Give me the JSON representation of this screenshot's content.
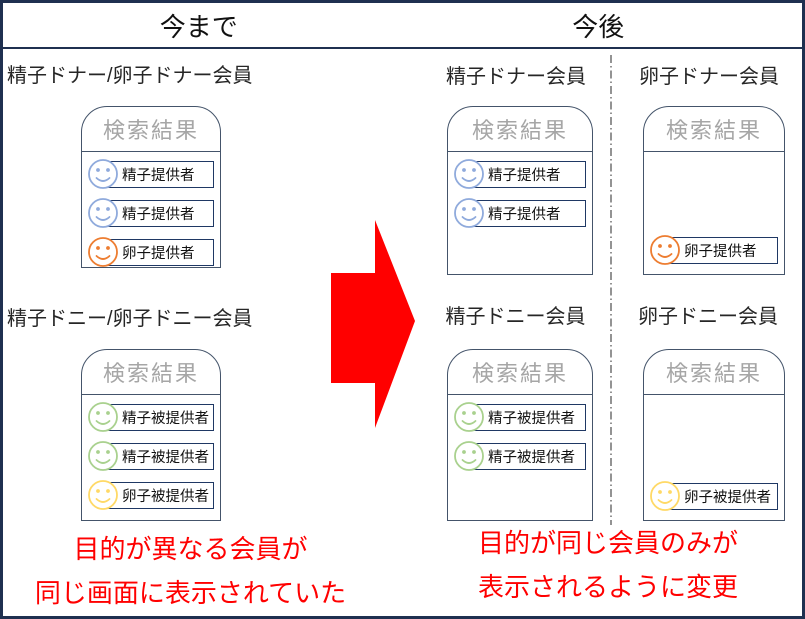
{
  "header": {
    "before_label": "今まで",
    "after_label": "今後"
  },
  "screen_title": "検索結果",
  "icons": {
    "member_icon": "smiley-face-icon",
    "arrow_icon": "right-block-arrow"
  },
  "colors": {
    "frame_border": "#1f3050",
    "screen_border": "#44546a",
    "item_border": "#1f3864",
    "screen_title_gray": "#a6a6a6",
    "accent_red": "#ff0000",
    "smiley_blue": "#8faadc",
    "smiley_orange": "#ed7d31",
    "smiley_green": "#a9d18e",
    "smiley_yellow": "#ffd966"
  },
  "before": {
    "sections": [
      {
        "label": "精子ドナー/卵子ドナー会員",
        "screen": {
          "title": "検索結果",
          "items": [
            {
              "label": "精子提供者",
              "color": "#8faadc"
            },
            {
              "label": "精子提供者",
              "color": "#8faadc"
            },
            {
              "label": "卵子提供者",
              "color": "#ed7d31"
            }
          ]
        }
      },
      {
        "label": "精子ドニー/卵子ドニー会員",
        "screen": {
          "title": "検索結果",
          "items": [
            {
              "label": "精子被提供者",
              "color": "#a9d18e"
            },
            {
              "label": "精子被提供者",
              "color": "#a9d18e"
            },
            {
              "label": "卵子被提供者",
              "color": "#ffd966"
            }
          ]
        }
      }
    ],
    "caption": {
      "line1": "目的が異なる会員が",
      "line2": "同じ画面に表示されていた"
    }
  },
  "after": {
    "sections": [
      {
        "label": "精子ドナー会員",
        "screen": {
          "title": "検索結果",
          "items": [
            {
              "label": "精子提供者",
              "color": "#8faadc"
            },
            {
              "label": "精子提供者",
              "color": "#8faadc"
            }
          ]
        }
      },
      {
        "label": "卵子ドナー会員",
        "screen": {
          "title": "検索結果",
          "items": [
            {
              "label": "卵子提供者",
              "color": "#ed7d31"
            }
          ]
        }
      },
      {
        "label": "精子ドニー会員",
        "screen": {
          "title": "検索結果",
          "items": [
            {
              "label": "精子被提供者",
              "color": "#a9d18e"
            },
            {
              "label": "精子被提供者",
              "color": "#a9d18e"
            }
          ]
        }
      },
      {
        "label": "卵子ドニー会員",
        "screen": {
          "title": "検索結果",
          "items": [
            {
              "label": "卵子被提供者",
              "color": "#ffd966"
            }
          ]
        }
      }
    ],
    "caption": {
      "line1": "目的が同じ会員のみが",
      "line2": "表示されるように変更"
    }
  }
}
